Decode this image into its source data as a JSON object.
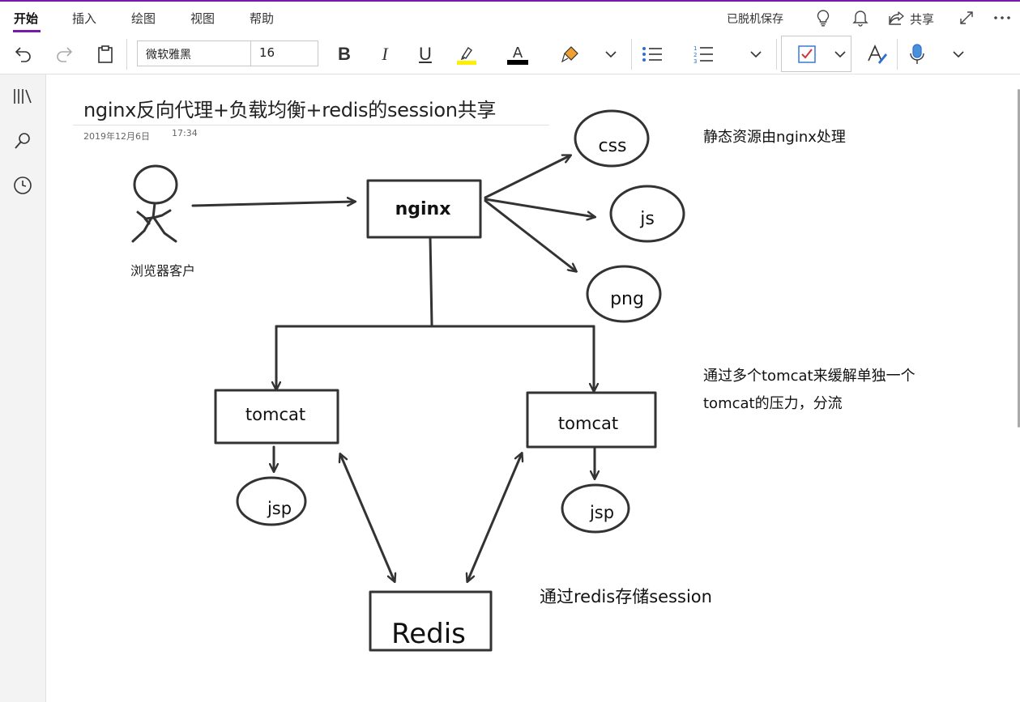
{
  "ribbon": {
    "tabs": [
      "开始",
      "插入",
      "绘图",
      "视图",
      "帮助"
    ],
    "saved_status": "已脱机保存",
    "share_label": "共享"
  },
  "toolbar": {
    "font_name": "微软雅黑",
    "font_size": "16",
    "bold": "B",
    "italic": "I",
    "underline": "U",
    "font_color": "A",
    "highlight_color": "#ffef00",
    "text_color": "#000000"
  },
  "page": {
    "title": "nginx反向代理+负载均衡+redis的session共享",
    "date": "2019年12月6日",
    "time": "17:34"
  },
  "diagram": {
    "client_label": "浏览器客户",
    "nginx_label": "nginx",
    "static_resources": [
      "css",
      "js",
      "png"
    ],
    "tomcat_left_label": "tomcat",
    "tomcat_right_label": "tomcat",
    "jsp_left_label": "jsp",
    "jsp_right_label": "jsp",
    "redis_label": "Redis"
  },
  "notes": {
    "static_note": "静态资源由nginx处理",
    "tomcat_note_line1": "通过多个tomcat来缓解单独一个",
    "tomcat_note_line2": "tomcat的压力，分流",
    "redis_note": "通过redis存储session"
  },
  "colors": {
    "accent": "#7719aa",
    "ink": "#333333"
  }
}
